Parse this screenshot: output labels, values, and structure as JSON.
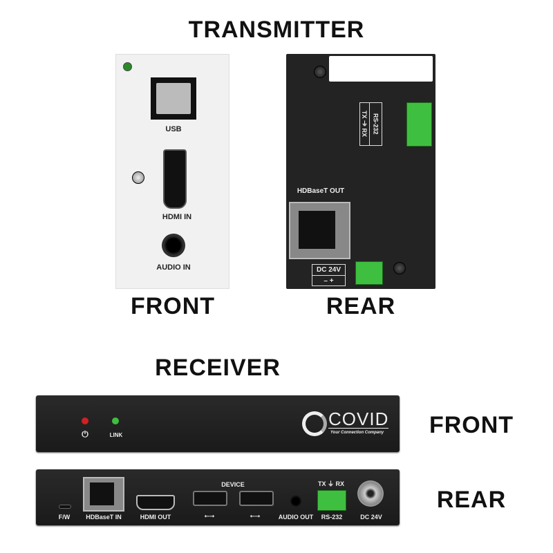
{
  "transmitter": {
    "title": "TRANSMITTER",
    "front": {
      "caption": "FRONT",
      "usb": "USB",
      "hdmi_in": "HDMI IN",
      "audio_in": "AUDIO IN"
    },
    "rear": {
      "caption": "REAR",
      "rs232": "RS-232",
      "rs232_pins": "TX ⏚ RX",
      "hdbaset_out": "HDBaseT OUT",
      "dc": "DC 24V",
      "dc_pins": "–  +"
    }
  },
  "receiver": {
    "title": "RECEIVER",
    "front": {
      "caption": "FRONT",
      "power_icon": "power-icon",
      "link": "LINK",
      "logo": "COVID",
      "tagline": "Your Connection Company"
    },
    "rear": {
      "caption": "REAR",
      "fw": "F/W",
      "hdbaset_in": "HDBaseT IN",
      "hdmi_out": "HDMI OUT",
      "device": "DEVICE",
      "usb_icon": "⭠⭢",
      "audio_out": "AUDIO OUT",
      "rs232_pins": "TX ⏚ RX",
      "rs232": "RS-232",
      "dc": "DC 24V"
    }
  },
  "colors": {
    "led_red": "#d02020",
    "led_green": "#3fbf3f",
    "terminal_green": "#3fbf3f"
  }
}
